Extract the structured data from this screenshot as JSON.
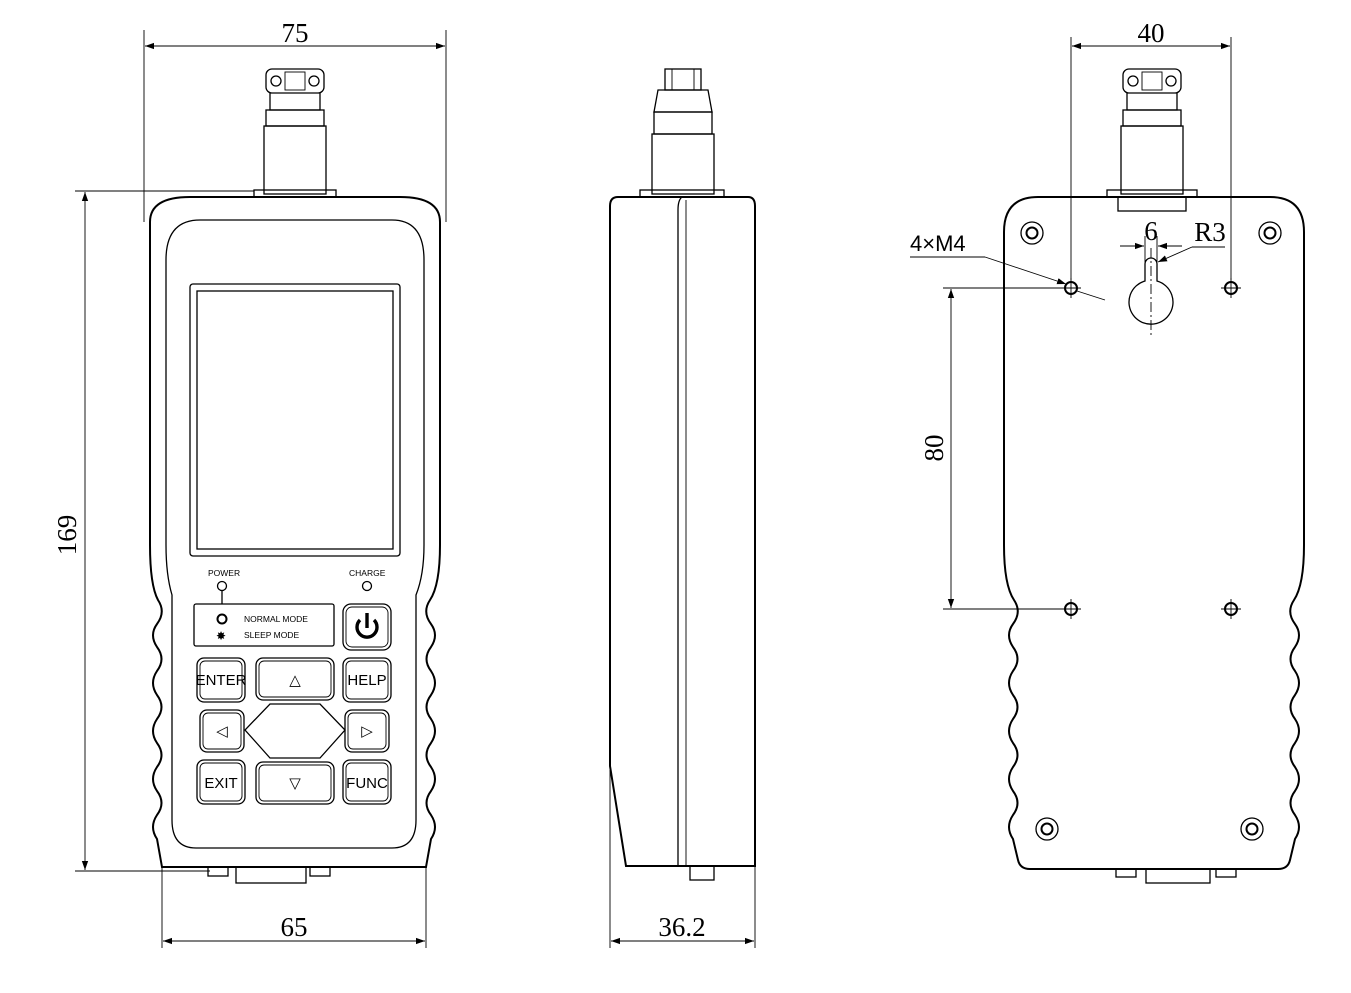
{
  "dimensions": {
    "front_width_top": "75",
    "front_height": "169",
    "front_width_bottom": "65",
    "side_depth": "36.2",
    "back_hole_spacing_h": "40",
    "back_hole_spacing_v": "80",
    "keyhole_width": "6",
    "keyhole_radius": "R3",
    "mount_holes": "4×M4"
  },
  "panel": {
    "power_label": "POWER",
    "charge_label": "CHARGE",
    "normal_mode": "NORMAL  MODE",
    "sleep_mode": "SLEEP  MODE"
  },
  "keys": {
    "enter": "ENTER",
    "help": "HELP",
    "exit": "EXIT",
    "func": "FUNC",
    "up": "△",
    "down": "▽",
    "left": "◁",
    "right": "▷"
  }
}
